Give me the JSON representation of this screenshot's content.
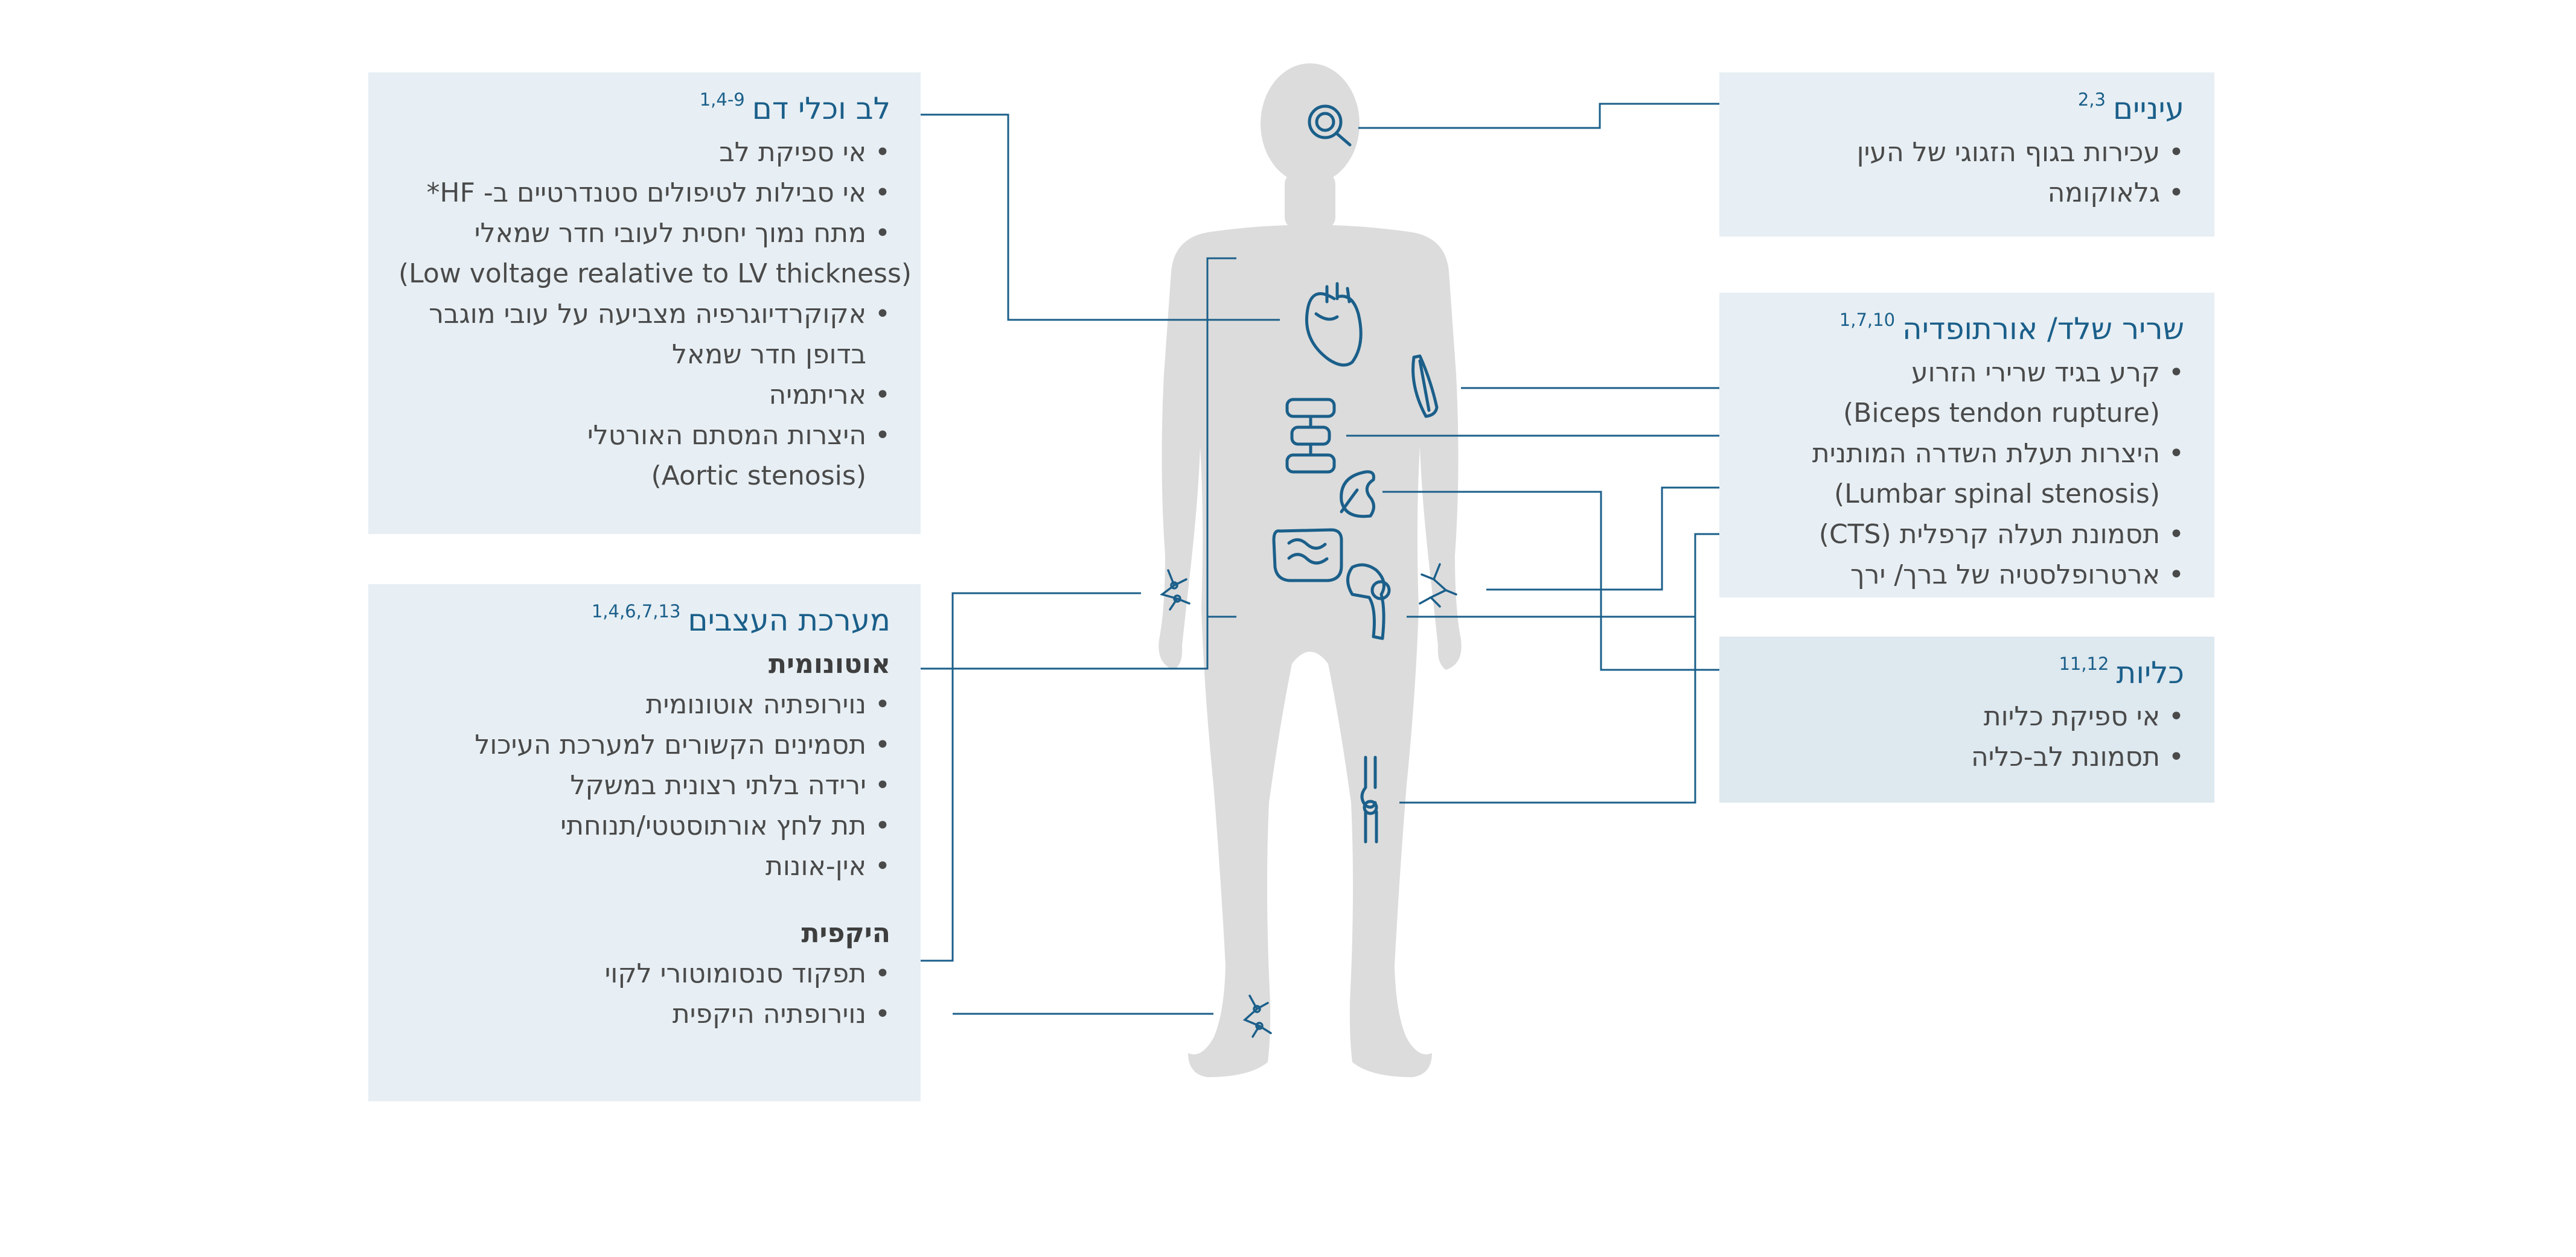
{
  "heart": {
    "title": "לב וכלי דם",
    "ref": "1,4-9",
    "items": [
      "אי ספיקת לב",
      "אי סבילות לטיפולים סטנדרטיים ב- HF*",
      "מתח נמוך יחסית לעובי חדר שמאלי",
      "אקוקרדיוגרפיה מצביעה על עובי מוגבר",
      "אריתמיה",
      "היצרות המסתם האורטלי"
    ],
    "extras": {
      "voltage": "(Low voltage realative to LV thickness)",
      "echo": "בדופן חדר שמאל",
      "aortic": "(Aortic stenosis)"
    }
  },
  "nervous": {
    "title": "מערכת העצבים",
    "ref": "1,4,6,7,13",
    "autonomic": {
      "label": "אוטונומית",
      "items": [
        "נוירופתיה אוטונומית",
        "תסמינים הקשורים למערכת העיכול",
        "ירידה בלתי רצונית במשקל",
        "תת לחץ אורתוסטטי/תנוחתי",
        "אין-אונות"
      ]
    },
    "peripheral": {
      "label": "היקפית",
      "items": [
        "תפקוד סנסומוטורי לקוי",
        "נוירופתיה היקפית"
      ]
    }
  },
  "eyes": {
    "title": "עיניים",
    "ref": "2,3",
    "items": [
      "עכירות בגוף הזגוגי של העין",
      "גלאוקומה"
    ]
  },
  "muscle": {
    "title": "שריר שלד/ אורתופדיה",
    "ref": "1,7,10",
    "items": [
      "קרע בגיד שרירי הזרוע",
      "היצרות תעלת השדרה המותנית",
      "תסמונת תעלה קרפלית (CTS)",
      "ארטרופלסטיה של ברך/ ירך"
    ],
    "extras": {
      "biceps": "(Biceps tendon rupture)",
      "lumbar": "(Lumbar spinal stenosis)"
    }
  },
  "kidney": {
    "title": "כליות",
    "ref": "11,12",
    "items": [
      "אי ספיקת כליות",
      "תסמונת לב-כליה"
    ]
  },
  "colors": {
    "accent": "#1b5f8a",
    "panel": "#e7eff4",
    "body": "#dcdcdc",
    "text": "#4a4a4a"
  },
  "icons": [
    "eye-icon",
    "heart-icon",
    "muscle-icon",
    "spine-icon",
    "kidney-icon",
    "intestine-icon",
    "hip-joint-icon",
    "knee-joint-icon",
    "nerve-icon"
  ]
}
